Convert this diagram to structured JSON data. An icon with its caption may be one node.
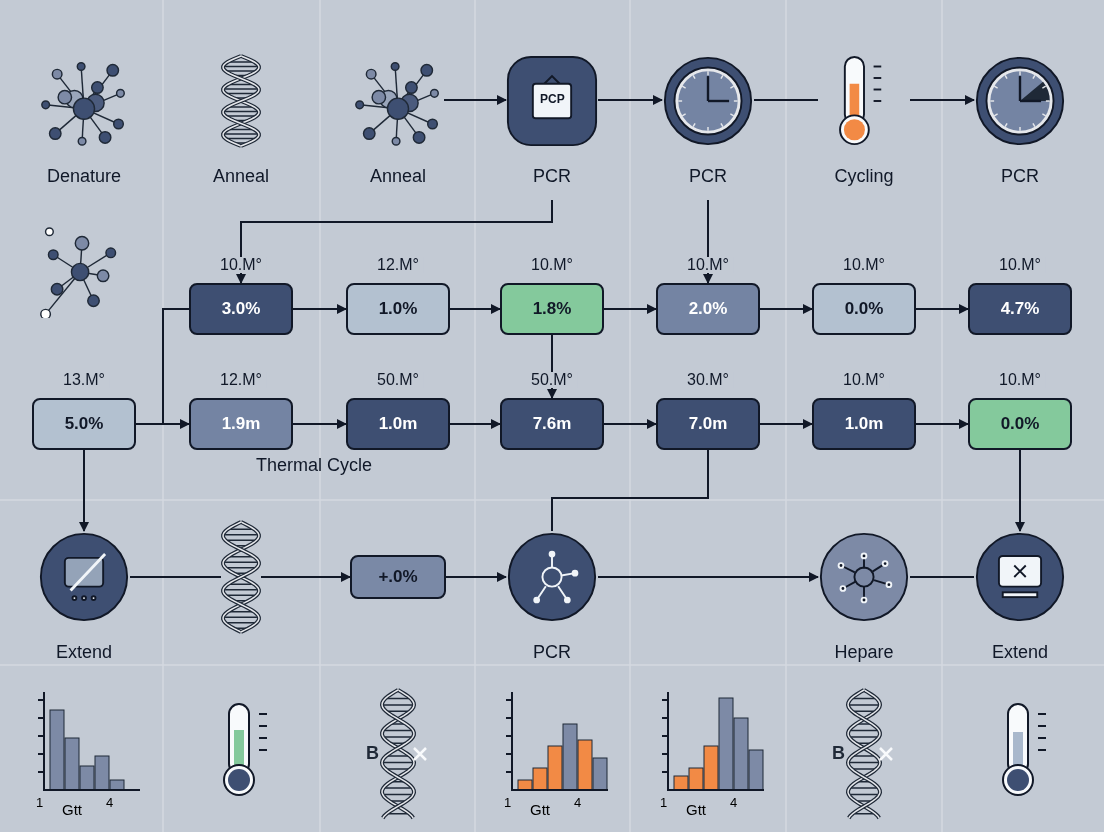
{
  "diagram": {
    "nodes": [
      {
        "text": [
          "Denature"
        ]
      },
      {
        "text": [
          "Anneal"
        ]
      },
      {
        "text": [
          "Anneal"
        ]
      },
      {
        "text": [
          "PCP",
          "PCR"
        ]
      },
      {
        "text": [
          "PCR"
        ]
      },
      {
        "text": [
          "Cycling"
        ]
      },
      {
        "text": [
          "PCR"
        ]
      },
      {
        "text": [
          "3.0%"
        ],
        "beside": [
          "10.M°"
        ]
      },
      {
        "text": [
          "1.0%"
        ],
        "beside": [
          "12.M°"
        ]
      },
      {
        "text": [
          "1.8%"
        ],
        "beside": [
          "10.M°"
        ]
      },
      {
        "text": [
          "2.0%"
        ],
        "beside": [
          "10.M°"
        ]
      },
      {
        "text": [
          "0.0%"
        ],
        "beside": [
          "10.M°"
        ]
      },
      {
        "text": [
          "4.7%"
        ],
        "beside": [
          "10.M°"
        ]
      },
      {
        "text": [
          "5.0%"
        ],
        "beside": [
          "13.M°"
        ]
      },
      {
        "text": [
          "1.9m"
        ],
        "beside": [
          "12.M°"
        ]
      },
      {
        "text": [
          "1.0m"
        ],
        "beside": [
          "50.M°"
        ]
      },
      {
        "text": [
          "7.6m"
        ],
        "beside": [
          "50.M°"
        ]
      },
      {
        "text": [
          "7.0m"
        ],
        "beside": [
          "30.M°"
        ]
      },
      {
        "text": [
          "1.0m"
        ],
        "beside": [
          "10.M°"
        ]
      },
      {
        "text": [
          "0.0%"
        ],
        "beside": [
          "10.M°"
        ]
      },
      {
        "text": [
          "Extend"
        ]
      },
      {
        "text": [],
        "shape": "picture"
      },
      {
        "text": [
          "+.0%"
        ]
      },
      {
        "text": [
          "PCR"
        ]
      },
      {
        "text": [
          "Hepare"
        ]
      },
      {
        "text": [
          "Extend"
        ]
      }
    ],
    "edges": [
      {
        "from": 2,
        "to": 3,
        "arrow": "to"
      },
      {
        "from": 3,
        "to": 4,
        "arrow": "to"
      },
      {
        "from": 4,
        "to": 5,
        "arrow": "none"
      },
      {
        "from": 5,
        "to": 6,
        "arrow": "to"
      },
      {
        "from": 3,
        "to": 7,
        "arrow": "to"
      },
      {
        "from": 4,
        "to": 10,
        "arrow": "to"
      },
      {
        "from": 7,
        "to": 8,
        "arrow": "to"
      },
      {
        "from": 8,
        "to": 9,
        "arrow": "to"
      },
      {
        "from": 9,
        "to": 10,
        "arrow": "to"
      },
      {
        "from": 10,
        "to": 11,
        "arrow": "to"
      },
      {
        "from": 11,
        "to": 12,
        "arrow": "to"
      },
      {
        "from": 9,
        "to": 16,
        "arrow": "to"
      },
      {
        "from": 13,
        "to": 14,
        "arrow": "to"
      },
      {
        "from": 13,
        "to": 7,
        "arrow": "none"
      },
      {
        "from": 14,
        "to": 15,
        "arrow": "to"
      },
      {
        "from": 15,
        "to": 16,
        "arrow": "to"
      },
      {
        "from": 16,
        "to": 17,
        "arrow": "to"
      },
      {
        "from": 17,
        "to": 18,
        "arrow": "to"
      },
      {
        "from": 18,
        "to": 19,
        "arrow": "to"
      },
      {
        "from": 17,
        "to": 23,
        "arrow": "none"
      },
      {
        "from": 13,
        "to": 20,
        "arrow": "to"
      },
      {
        "from": 19,
        "to": 25,
        "arrow": "to"
      },
      {
        "from": 20,
        "to": 21,
        "arrow": "none"
      },
      {
        "from": 21,
        "to": 22,
        "arrow": "to"
      },
      {
        "from": 22,
        "to": 23,
        "arrow": "to"
      },
      {
        "from": 23,
        "to": 24,
        "arrow": "to"
      },
      {
        "from": 24,
        "to": 25,
        "arrow": "none"
      }
    ],
    "labels": [
      "Thermal Cycle",
      "1",
      "Gtt",
      "4",
      "B",
      "1",
      "Gtt",
      "4",
      "1",
      "Gtt",
      "4",
      "B"
    ]
  }
}
